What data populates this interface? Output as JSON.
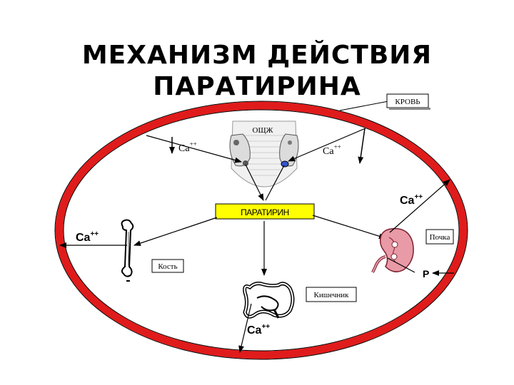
{
  "title": {
    "line1": "МЕХАНИЗМ ДЕЙСТВИЯ",
    "line2": "ПАРАТИРИНА"
  },
  "labels": {
    "blood": "КРОВЬ",
    "thyroid": "ОЩЖ",
    "hormone": "ПАРАТИРИН",
    "kidney": "Почка",
    "bone": "Кость",
    "intestine": "Кишечник",
    "phosphate": "P"
  },
  "ions": {
    "ca_symbol": "Ca",
    "ca_charge": "++"
  },
  "colors": {
    "ellipse": "#e01b1b",
    "hormone_box": "#ffff00",
    "kidney": "#e89aa6"
  }
}
